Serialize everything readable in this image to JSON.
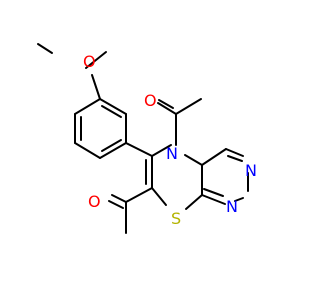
{
  "molecule": {
    "colors": {
      "oxygen": "#FF0000",
      "nitrogen": "#0000FF",
      "sulfur": "#B3B300",
      "carbon_bond": "#000000",
      "background": "#FFFFFF"
    },
    "atoms": {
      "o_methoxy": "O",
      "o_acetyl_n": "O",
      "n_ring": "N",
      "o_acetyl_c": "O",
      "n_triazole_right_upper": "N",
      "n_triazole_right_lower": "N",
      "s_ring": "S"
    }
  }
}
